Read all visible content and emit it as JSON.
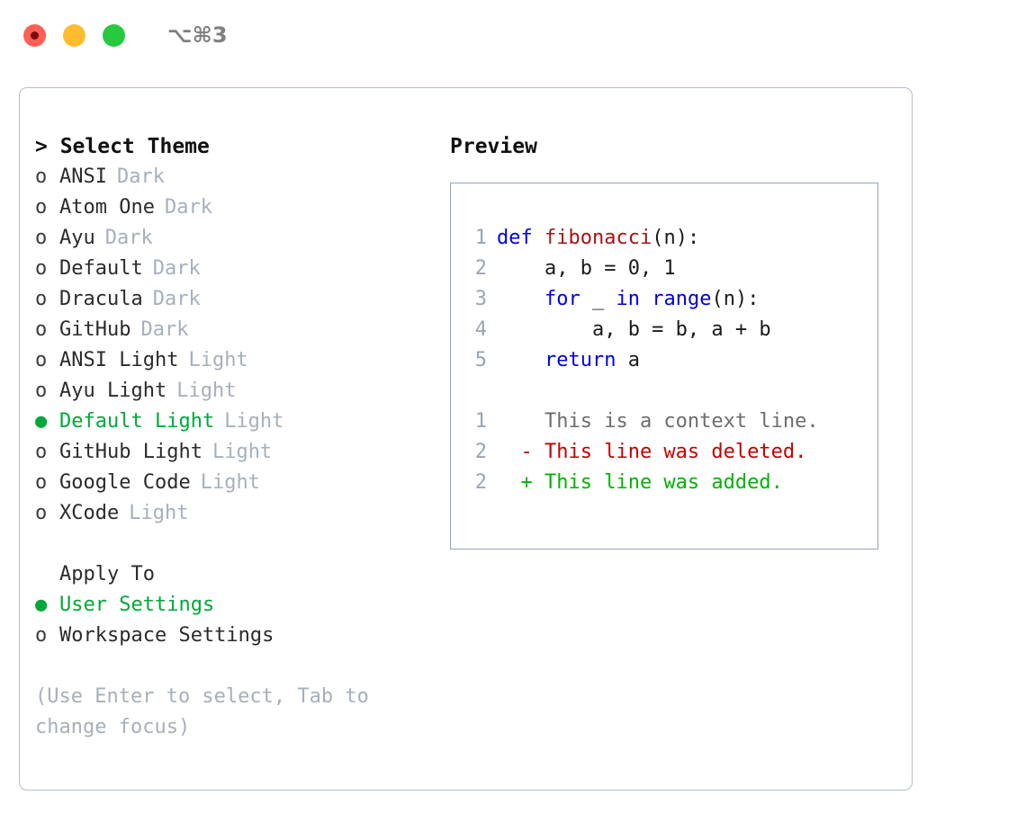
{
  "titlebar": {
    "buttons": [
      {
        "name": "close",
        "color": "#ff5f56"
      },
      {
        "name": "minimize",
        "color": "#ffbd2e"
      },
      {
        "name": "maximize",
        "color": "#27c93f"
      }
    ],
    "shortcut": "⌥⌘3"
  },
  "theme_panel": {
    "header": "> Select Theme",
    "themes": [
      {
        "marker": "o",
        "name": "ANSI",
        "badge": "Dark",
        "selected": false
      },
      {
        "marker": "o",
        "name": "Atom One",
        "badge": "Dark",
        "selected": false
      },
      {
        "marker": "o",
        "name": "Ayu",
        "badge": "Dark",
        "selected": false
      },
      {
        "marker": "o",
        "name": "Default",
        "badge": "Dark",
        "selected": false
      },
      {
        "marker": "o",
        "name": "Dracula",
        "badge": "Dark",
        "selected": false
      },
      {
        "marker": "o",
        "name": "GitHub",
        "badge": "Dark",
        "selected": false
      },
      {
        "marker": "o",
        "name": "ANSI Light",
        "badge": "Light",
        "selected": false
      },
      {
        "marker": "o",
        "name": "Ayu Light",
        "badge": "Light",
        "selected": false
      },
      {
        "marker": "●",
        "name": "Default Light",
        "badge": "Light",
        "selected": true
      },
      {
        "marker": "o",
        "name": "GitHub Light",
        "badge": "Light",
        "selected": false
      },
      {
        "marker": "o",
        "name": "Google Code",
        "badge": "Light",
        "selected": false
      },
      {
        "marker": "o",
        "name": "XCode",
        "badge": "Light",
        "selected": false
      }
    ],
    "apply_to": {
      "header": "Apply To",
      "options": [
        {
          "marker": "●",
          "label": "User Settings",
          "selected": true
        },
        {
          "marker": "o",
          "label": "Workspace Settings",
          "selected": false
        }
      ]
    },
    "hint": "(Use Enter to select, Tab to change focus)"
  },
  "preview": {
    "title": "Preview",
    "code_lines": [
      {
        "no": "1",
        "tokens": [
          {
            "t": "def ",
            "c": "kw"
          },
          {
            "t": "fibonacci",
            "c": "fn"
          },
          {
            "t": "(n):",
            "c": "plain"
          }
        ]
      },
      {
        "no": "2",
        "tokens": [
          {
            "t": "    a, b = 0, 1",
            "c": "plain"
          }
        ]
      },
      {
        "no": "3",
        "tokens": [
          {
            "t": "    ",
            "c": "plain"
          },
          {
            "t": "for",
            "c": "kw"
          },
          {
            "t": " _ ",
            "c": "plain"
          },
          {
            "t": "in ",
            "c": "kw"
          },
          {
            "t": "range",
            "c": "kw"
          },
          {
            "t": "(n):",
            "c": "plain"
          }
        ]
      },
      {
        "no": "4",
        "tokens": [
          {
            "t": "        a, b = b, a + b",
            "c": "plain"
          }
        ]
      },
      {
        "no": "5",
        "tokens": [
          {
            "t": "    ",
            "c": "plain"
          },
          {
            "t": "return",
            "c": "kw"
          },
          {
            "t": " a",
            "c": "plain"
          }
        ]
      }
    ],
    "diff_lines": [
      {
        "no": "1",
        "sign": " ",
        "text": "This is a context line.",
        "kind": "ctx"
      },
      {
        "no": "2",
        "sign": "-",
        "text": "This line was deleted.",
        "kind": "del"
      },
      {
        "no": "2",
        "sign": "+",
        "text": "This line was added.",
        "kind": "add"
      }
    ]
  },
  "colors": {
    "accent_green": "#00a83a",
    "muted": "#a7b0bb",
    "keyword_blue": "#0000e6",
    "function_red": "#a31515",
    "diff_delete": "#c40000",
    "diff_add": "#00b300",
    "border": "#b6bfcb"
  }
}
